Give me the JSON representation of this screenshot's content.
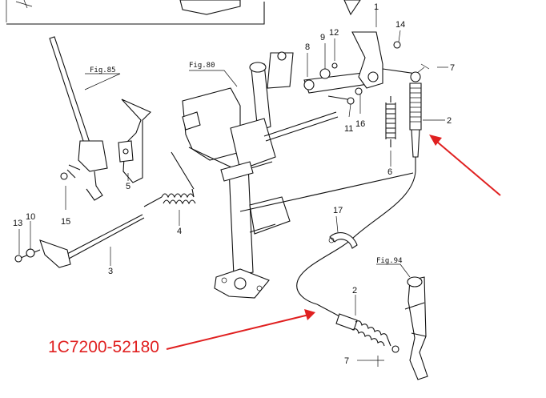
{
  "figure_refs": {
    "fig85": "Fig.85",
    "fig80": "Fig.80",
    "fig94": "Fig.94"
  },
  "callouts": {
    "c1": "1",
    "c2a": "2",
    "c2b": "2",
    "c3": "3",
    "c4": "4",
    "c5": "5",
    "c6": "6",
    "c7a": "7",
    "c7b": "7",
    "c8": "8",
    "c9": "9",
    "c10": "10",
    "c11": "11",
    "c12": "12",
    "c13": "13",
    "c14": "14",
    "c15": "15",
    "c16": "16",
    "c17": "17"
  },
  "part_number": "1C7200-52180",
  "colors": {
    "line": "#111111",
    "annotation": "#e02020",
    "background": "#ffffff"
  }
}
